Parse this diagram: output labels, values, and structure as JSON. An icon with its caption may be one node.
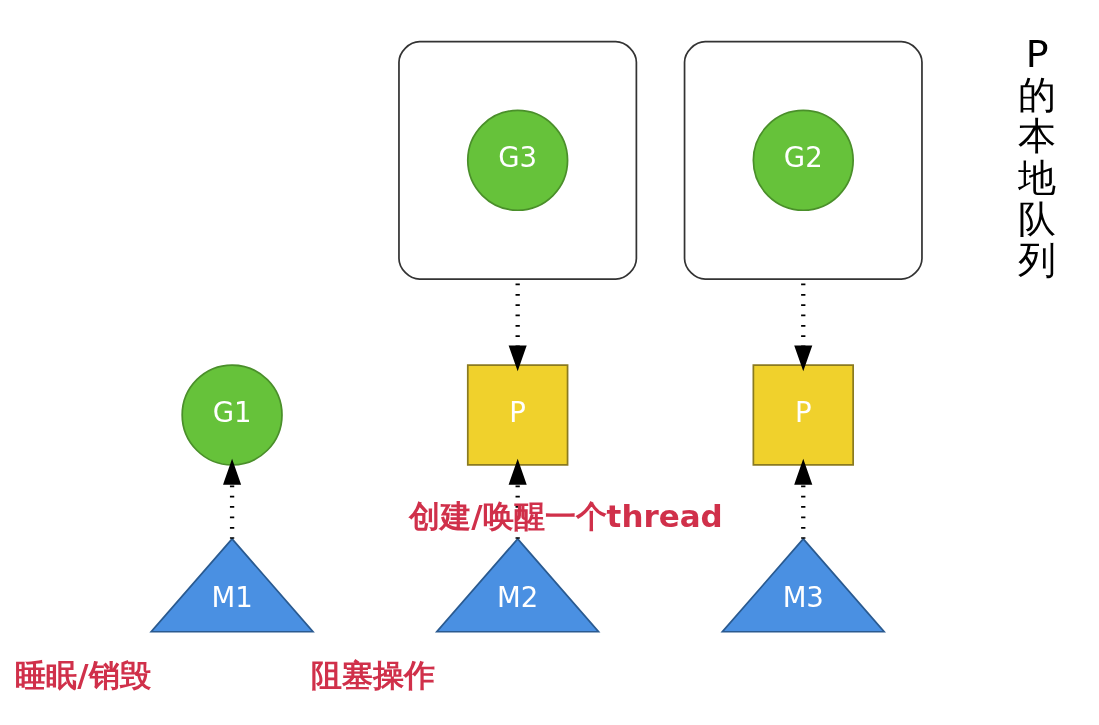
{
  "diagram": {
    "nodes": [
      {
        "text": [],
        "shape": "box"
      },
      {
        "text": [
          "G3"
        ],
        "in": 0
      },
      {
        "text": [],
        "shape": "box",
        "beside": [
          "P的本地队列"
        ]
      },
      {
        "text": [
          "G2"
        ],
        "in": 2
      },
      {
        "text": [
          "G1"
        ]
      },
      {
        "text": [
          "P"
        ]
      },
      {
        "text": [
          "P"
        ]
      },
      {
        "text": [
          "M1"
        ],
        "beside": [
          "睡眠/销毁"
        ]
      },
      {
        "text": [
          "M2"
        ],
        "beside": [
          "阻塞操作"
        ]
      },
      {
        "text": [
          "M3"
        ],
        "beside": [
          "创建/唤醒一个thread"
        ]
      }
    ],
    "edges": [
      {
        "from": 0,
        "to": 5,
        "arrow": "to"
      },
      {
        "from": 2,
        "to": 6,
        "arrow": "to"
      },
      {
        "from": 7,
        "to": 4,
        "arrow": "to"
      },
      {
        "from": 8,
        "to": 5,
        "arrow": "to"
      },
      {
        "from": 9,
        "to": 6,
        "arrow": "to"
      }
    ]
  }
}
